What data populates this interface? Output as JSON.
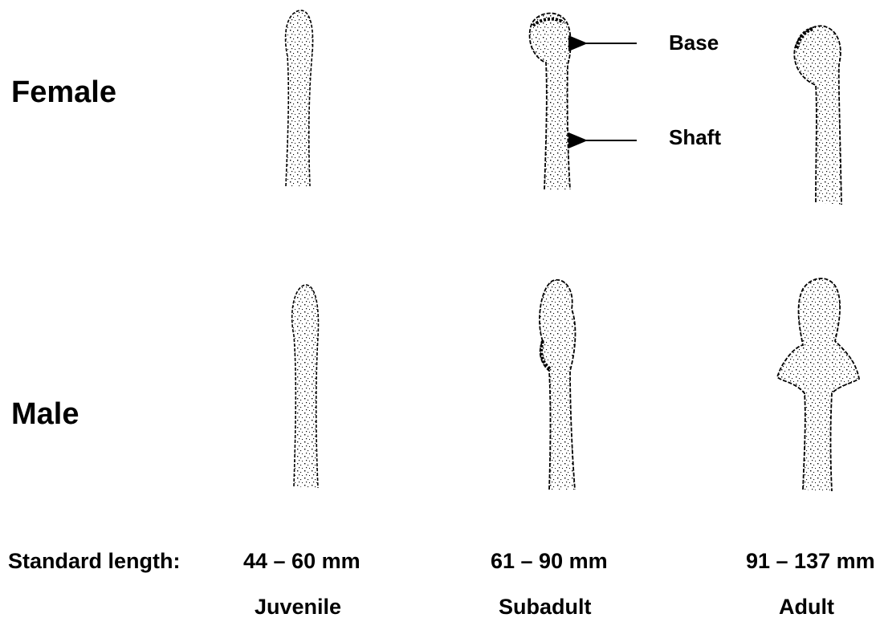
{
  "rows": [
    {
      "label": "Female"
    },
    {
      "label": "Male"
    }
  ],
  "annotations": {
    "base": "Base",
    "shaft": "Shaft"
  },
  "bottom": {
    "standard_length_label": "Standard length:",
    "stages": [
      {
        "length": "44 – 60 mm",
        "name": "Juvenile"
      },
      {
        "length": "61 – 90 mm",
        "name": "Subadult"
      },
      {
        "length": "91 – 137 mm",
        "name": "Adult"
      }
    ]
  }
}
